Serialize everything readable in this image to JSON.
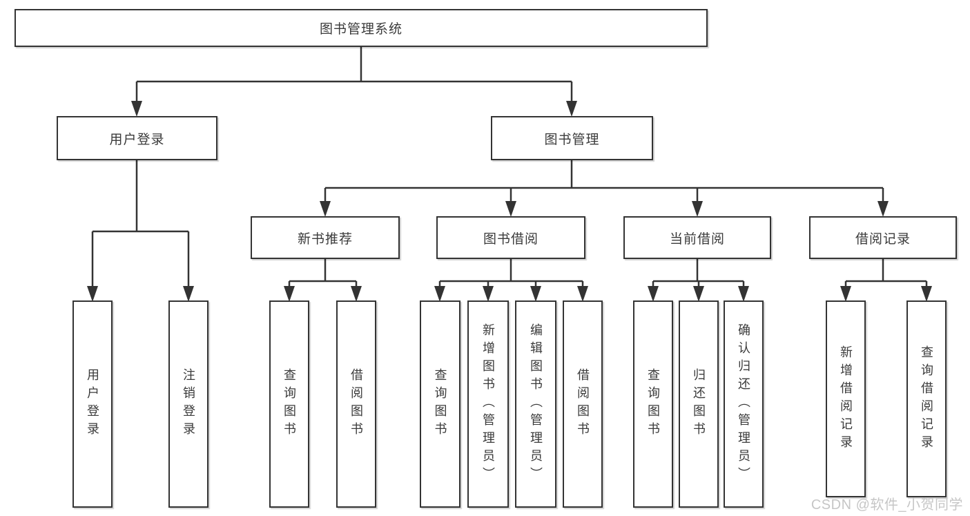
{
  "tree": {
    "root": {
      "label": "图书管理系统"
    },
    "branches": [
      {
        "label": "用户登录",
        "leaves": [
          {
            "label": "用户登录"
          },
          {
            "label": "注销登录"
          }
        ]
      },
      {
        "label": "图书管理",
        "groups": [
          {
            "label": "新书推荐",
            "leaves": [
              {
                "label": "查询图书"
              },
              {
                "label": "借阅图书"
              }
            ]
          },
          {
            "label": "图书借阅",
            "leaves": [
              {
                "label": "查询图书"
              },
              {
                "label": "新增图书（管理员）"
              },
              {
                "label": "编辑图书（管理员）"
              },
              {
                "label": "借阅图书"
              }
            ]
          },
          {
            "label": "当前借阅",
            "leaves": [
              {
                "label": "查询图书"
              },
              {
                "label": "归还图书"
              },
              {
                "label": "确认归还（管理员）"
              }
            ]
          },
          {
            "label": "借阅记录",
            "leaves": [
              {
                "label": "新增借阅记录"
              },
              {
                "label": "查询借阅记录"
              }
            ]
          }
        ]
      }
    ]
  },
  "watermark": {
    "text": "CSDN @软件_小贺同学",
    "color": "#c6c6c6"
  },
  "style": {
    "line_color": "#333333",
    "box_border_color": "#333333",
    "text_color": "#3a3a3a",
    "background": "#ffffff"
  }
}
